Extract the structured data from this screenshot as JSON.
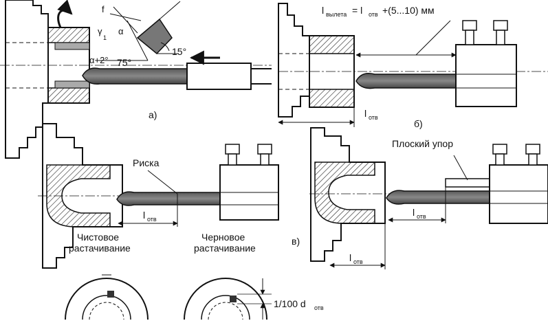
{
  "figure": {
    "panel_a": "а)",
    "panel_b": "б)",
    "panel_c": "в)",
    "label_formula_main": "l",
    "label_formula_sub": "вылета",
    "label_formula_eq": "= l",
    "label_formula_eq_sub": "отв",
    "label_formula_tail": "+(5...10) мм",
    "label_l_sym": "l",
    "label_otv": "отв",
    "label_riska": "Риска",
    "label_ploskiy_upor": "Плоский упор",
    "label_chistovoe_1": "Чистовое",
    "label_chistovoe_2": "растачивание",
    "label_chernovoe_1": "Черновое",
    "label_chernovoe_2": "растачивание",
    "label_tolerance_main": "1/100 d",
    "label_tolerance_sub": "отв",
    "angle_15": "15°",
    "angle_75": "75°",
    "angle_alpha": "α",
    "angle_alpha2": "α+2°",
    "angle_gamma": "γ",
    "angle_gamma_sub": "1",
    "angle_f": "f"
  }
}
